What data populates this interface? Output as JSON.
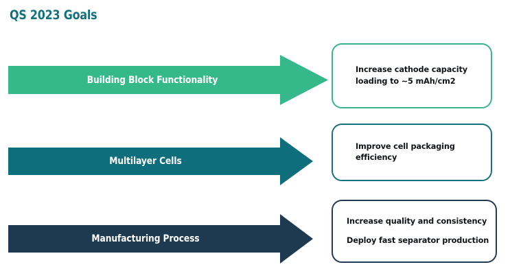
{
  "slide": {
    "title": "QS 2023 Goals",
    "title_color": "#13707E",
    "background": "#FFFFFF"
  },
  "rows": [
    {
      "id": "building-block-functionality",
      "arrow_label": "Building Block Functionality",
      "arrow_color": "#35B98A",
      "arrow_text_color": "#FFFFFF",
      "card_border_color": "#3CB489",
      "card_lines": [
        "Increase cathode capacity",
        "loading to ~5 mAh/cm2"
      ]
    },
    {
      "id": "multilayer-cells",
      "arrow_label": "Multilayer Cells",
      "arrow_color": "#0E6E7C",
      "arrow_text_color": "#FFFFFF",
      "card_border_color": "#15717F",
      "card_lines": [
        "Improve cell packaging",
        "efficiency"
      ]
    },
    {
      "id": "manufacturing-process",
      "arrow_label": "Manufacturing Process",
      "arrow_color": "#1E3A50",
      "arrow_text_color": "#FFFFFF",
      "card_border_color": "#233B52",
      "card_lines": [
        "Increase quality and consistency",
        "Deploy fast separator production"
      ]
    }
  ]
}
